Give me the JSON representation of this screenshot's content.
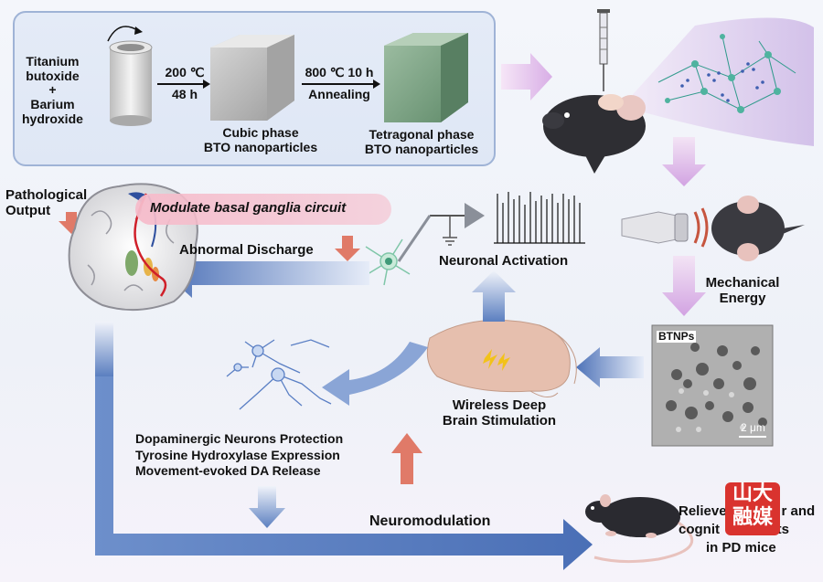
{
  "synthesis": {
    "precursors": [
      "Titanium",
      "butoxide",
      "+",
      "Barium",
      "hydroxide"
    ],
    "step1_top": "200 ℃",
    "step1_bottom": "48 h",
    "cubic_label": [
      "Cubic phase",
      "BTO nanoparticles"
    ],
    "step2_top": "800 ℃ 10 h",
    "step2_bottom": "Annealing",
    "tetragonal_label": [
      "Tetragonal phase",
      "BTO nanoparticles"
    ]
  },
  "circuit": {
    "pathological_output": [
      "Pathological",
      "Output"
    ],
    "modulate": "Modulate basal ganglia circuit",
    "abnormal_discharge": "Abnormal Discharge",
    "neuronal_activation": "Neuronal Activation"
  },
  "stimulation": {
    "mechanical_energy": [
      "Mechanical",
      "Energy"
    ],
    "btnps": "BTNPs",
    "scale_bar": "2 μm",
    "wireless": [
      "Wireless Deep",
      "Brain Stimulation"
    ]
  },
  "outcomes": {
    "effects": [
      "Dopaminergic Neurons Protection",
      "Tyrosine Hydroxylase Expression",
      "Movement-evoked DA Release"
    ],
    "neuromodulation": "Neuromodulation",
    "relieve": [
      "Relieve",
      "r and",
      "cognit",
      "icits",
      "in PD mice"
    ]
  },
  "watermark": [
    "山",
    "大",
    "融",
    "媒"
  ],
  "colors": {
    "box_border": "#9fb3d6",
    "pill": "#f6bccb",
    "red_arrow": "#e07a68",
    "blue_arrow": "#6f8fc8",
    "lilac_arrow": "#d9b6e6",
    "watermark_bg": "#d9332e"
  }
}
